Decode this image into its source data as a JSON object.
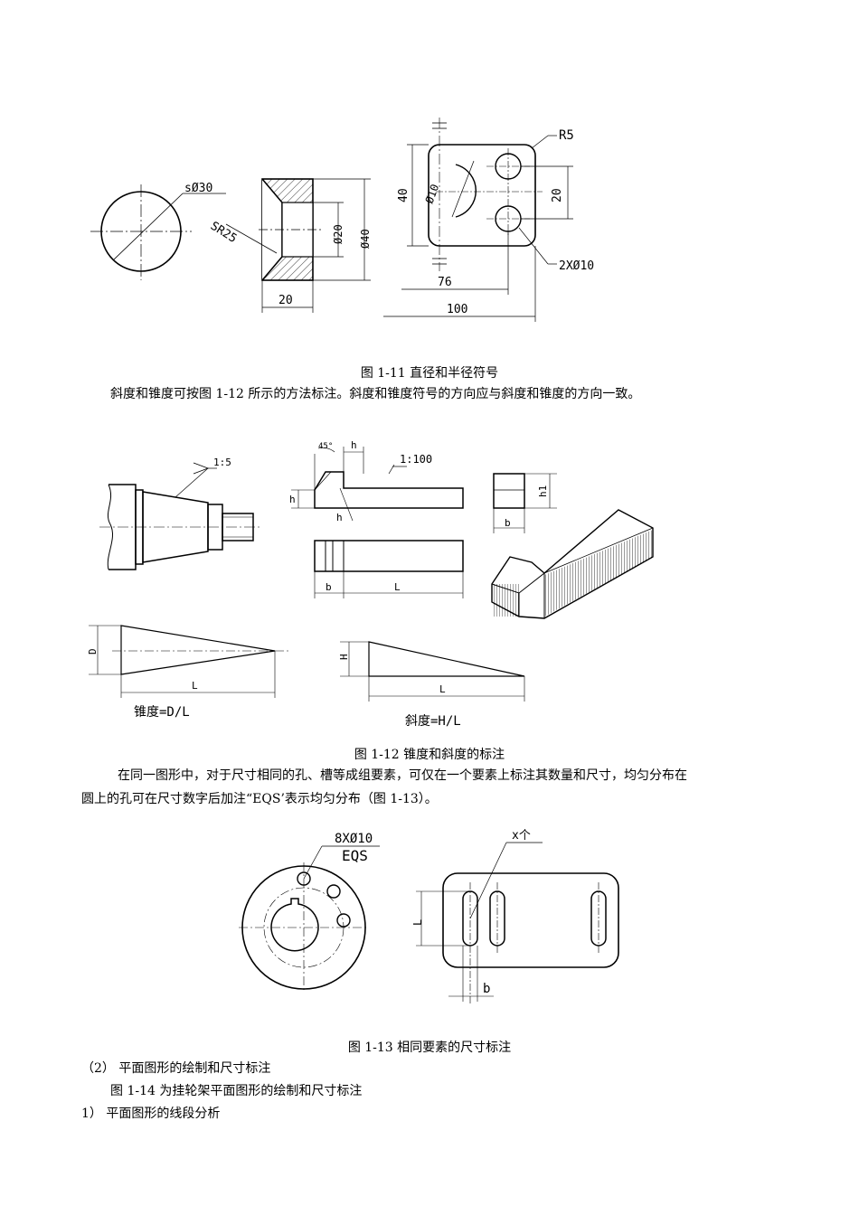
{
  "fig11": {
    "sphere_label": "sØ30",
    "sr_label": "SR25",
    "d20_label": "Ø20",
    "d40_label": "Ø40",
    "w20_label": "20",
    "h40_label": "40",
    "phi10_label": "Ø10",
    "r5_label": "R5",
    "d20r_label": "20",
    "holes_label": "2XØ10",
    "dim76_label": "76",
    "dim100_label": "100",
    "caption": "图 1-11  直径和半径符号"
  },
  "para1": "斜度和锥度可按图 1-12 所示的方法标注。斜度和锥度符号的方向应与斜度和锥度的方向一致。",
  "fig12": {
    "taper_label": "1:5",
    "angle_label": "45°",
    "h_top": "h",
    "slope_label": "1:100",
    "h_left": "h",
    "h_inner": "h",
    "h1_label": "h1",
    "b_small": "b",
    "b_label": "b",
    "L_label": "L",
    "D_label": "D",
    "L_cone": "L",
    "taper_formula": "锥度=D/L",
    "H_label": "H",
    "L_slope": "L",
    "slope_formula": "斜度=H/L",
    "caption": "图 1-12  锥度和斜度的标注"
  },
  "para2_line1": "在同一图形中，对于尺寸相同的孔、槽等成组要素，可仅在一个要素上标注其数量和尺寸，均匀分布在",
  "para2_line2": "圆上的孔可在尺寸数字后加注“EQS’表示均匀分布（图 1-13）。",
  "fig13": {
    "holes_label": "8XØ10",
    "eqs_label": "EQS",
    "x_label": "x个",
    "L_label": "L",
    "b_label": "b",
    "caption": "图 1-13  相同要素的尺寸标注"
  },
  "section2": "（2） 平面图形的绘制和尺寸标注",
  "para3": "图 1-14 为挂轮架平面图形的绘制和尺寸标注",
  "item1": "1）  平面图形的线段分析"
}
